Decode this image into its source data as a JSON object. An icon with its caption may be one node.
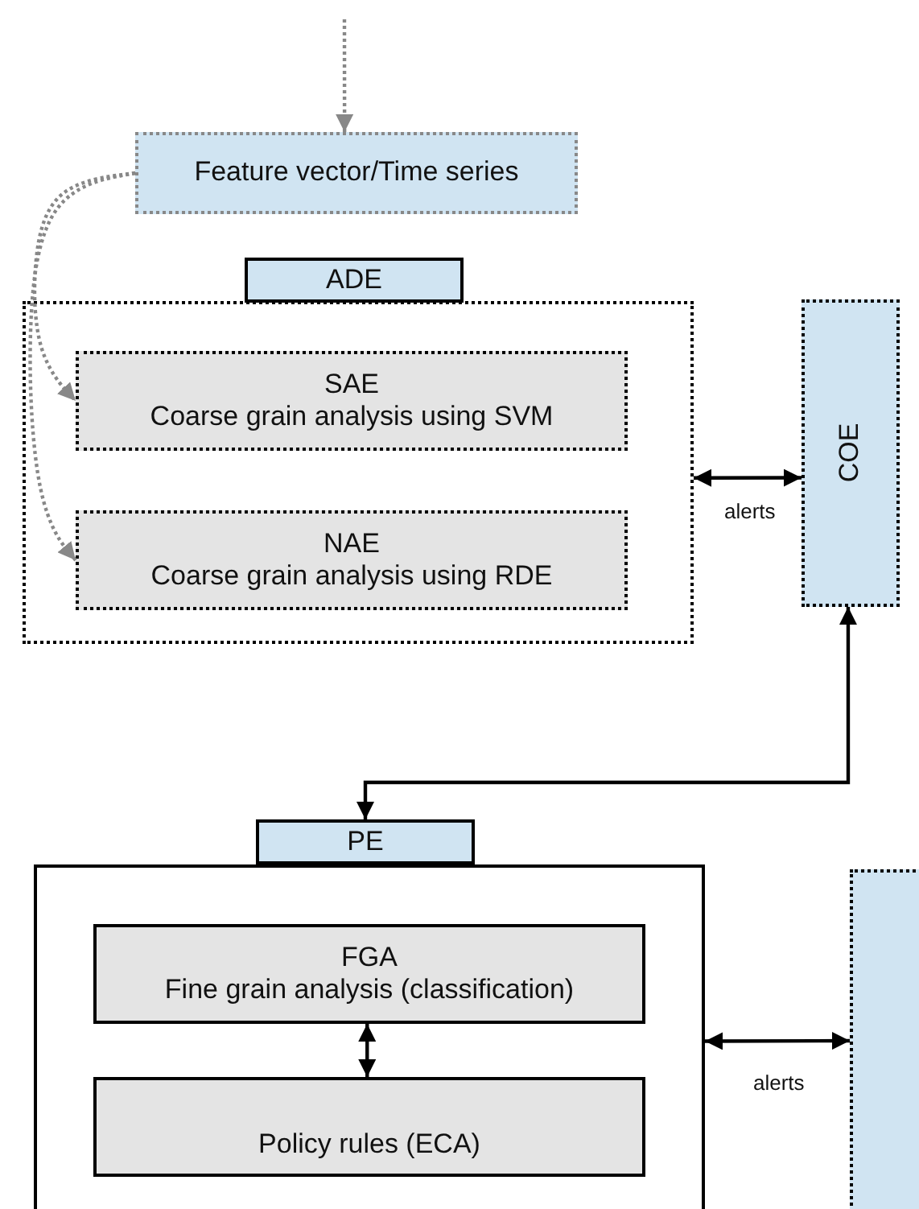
{
  "diagram": {
    "nodes": [
      {
        "text": [
          "Feature vector/Time series"
        ]
      },
      {
        "text": [
          "ADE"
        ]
      },
      {
        "text": [],
        "shape": "box"
      },
      {
        "text": [
          "SAE",
          "Coarse grain analysis using SVM"
        ],
        "in": 2
      },
      {
        "text": [
          "NAE",
          "Coarse grain analysis using RDE"
        ],
        "in": 2
      },
      {
        "text": [
          "COE"
        ]
      },
      {
        "text": [
          "PE"
        ]
      },
      {
        "text": [],
        "shape": "box"
      },
      {
        "text": [
          "FGA",
          "Fine grain analysis (classification)"
        ],
        "in": 7
      },
      {
        "text": [
          "Policy rules (ECA)"
        ],
        "in": 7
      },
      {
        "text": [],
        "shape": "bar"
      }
    ],
    "edges": [
      {
        "from": null,
        "to": 0,
        "arrow": "to",
        "style": "dashed",
        "color": "#888888"
      },
      {
        "from": 0,
        "to": 3,
        "arrow": "to",
        "style": "dashed",
        "color": "#888888"
      },
      {
        "from": 0,
        "to": 4,
        "arrow": "to",
        "style": "dashed",
        "color": "#888888"
      },
      {
        "from": 2,
        "to": 5,
        "arrow": "both",
        "label": "alerts"
      },
      {
        "from": 5,
        "to": 6,
        "arrow": "both"
      },
      {
        "from": 8,
        "to": 9,
        "arrow": "both"
      },
      {
        "from": 7,
        "to": 10,
        "arrow": "both",
        "label": "alerts"
      }
    ]
  }
}
